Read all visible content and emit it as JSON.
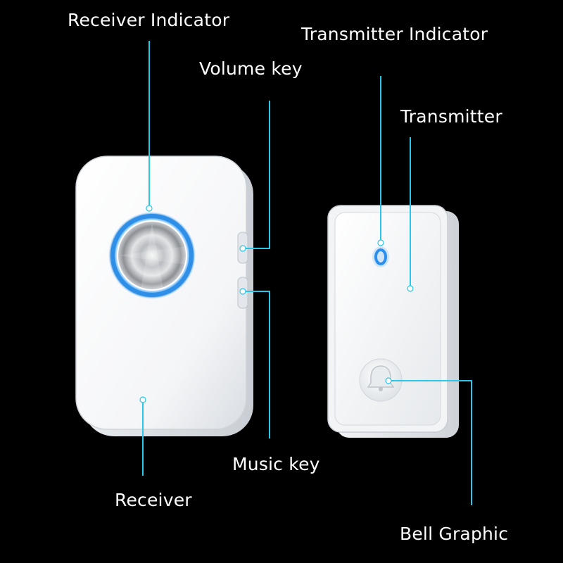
{
  "labels": {
    "receiver_indicator": "Receiver Indicator",
    "transmitter_indicator": "Transmitter Indicator",
    "volume_key": "Volume key",
    "transmitter": "Transmitter",
    "music_key": "Music key",
    "receiver": "Receiver",
    "bell_graphic": "Bell Graphic"
  },
  "colors": {
    "background": "#000000",
    "leader_line": "#29c6ea",
    "device_body": "#f7f8fa",
    "indicator_ring": "#2f8fe6"
  },
  "icons": {
    "bell": "bell-icon",
    "indicator": "led-indicator-icon"
  }
}
